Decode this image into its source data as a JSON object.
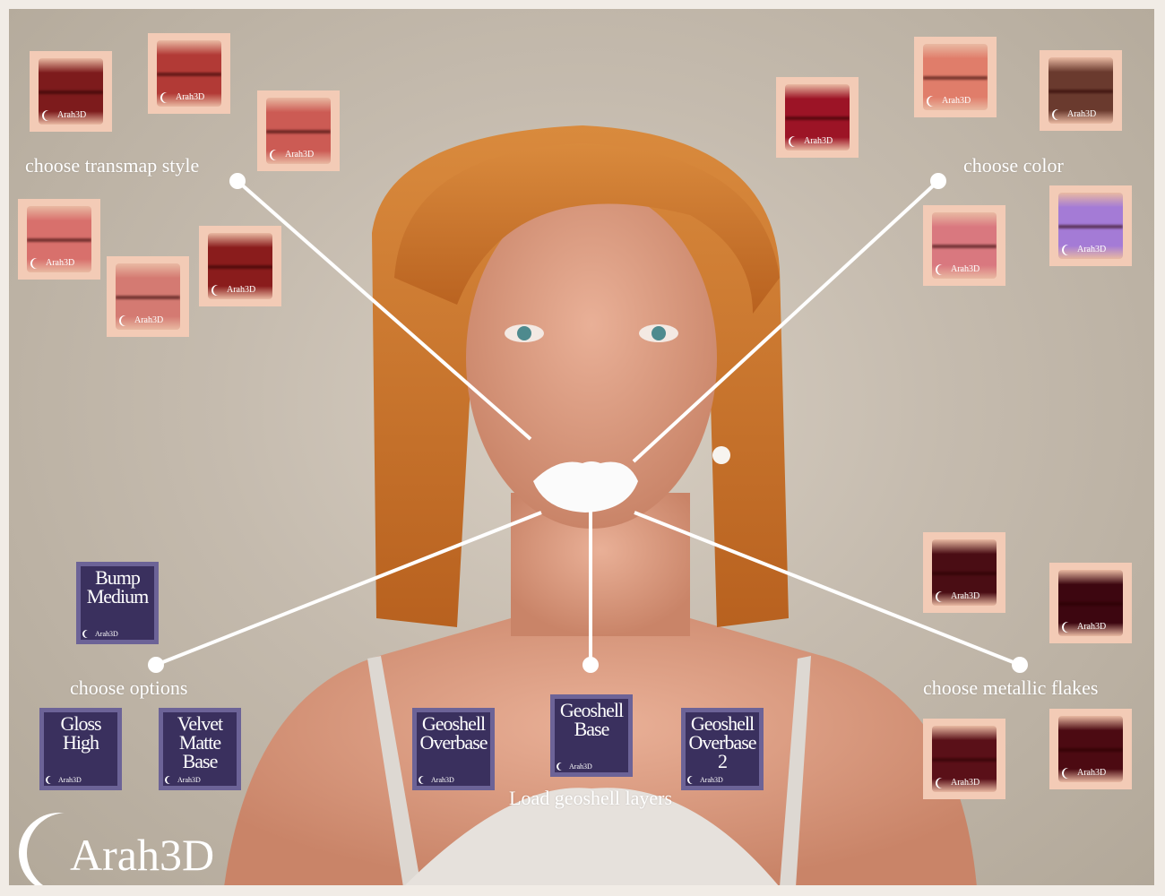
{
  "brand": "Arah3D",
  "sections": {
    "transmap": "choose transmap style",
    "color": "choose color",
    "options": "choose options",
    "geoshell": "Load geoshell layers",
    "flakes": "choose metallic flakes"
  },
  "transmap_swatches": [
    {
      "color": "#7d1b1c",
      "wm": "Arah3D"
    },
    {
      "color": "#b23a36",
      "wm": "Arah3D"
    },
    {
      "color": "#cc5b54",
      "wm": "Arah3D"
    },
    {
      "color": "#d8706c",
      "wm": "Arah3D"
    },
    {
      "color": "#d47a72",
      "wm": "Arah3D"
    },
    {
      "color": "#8a1c1c",
      "wm": "Arah3D"
    }
  ],
  "color_swatches": [
    {
      "color": "#9c1426",
      "wm": "Arah3D"
    },
    {
      "color": "#e07d6a",
      "wm": "Arah3D"
    },
    {
      "color": "#6a3a2e",
      "wm": "Arah3D"
    },
    {
      "color": "#d9787f",
      "wm": "Arah3D"
    },
    {
      "color": "#a47bd6",
      "wm": "Arah3D"
    }
  ],
  "flake_swatches": [
    {
      "color": "#4a0d14",
      "wm": "Arah3D"
    },
    {
      "color": "#3d0610",
      "wm": "Arah3D"
    },
    {
      "color": "#5a1018",
      "wm": "Arah3D"
    },
    {
      "color": "#4c0a12",
      "wm": "Arah3D"
    }
  ],
  "options": [
    {
      "lines": [
        "Bump",
        "Medium"
      ]
    },
    {
      "lines": [
        "Gloss",
        "High"
      ]
    },
    {
      "lines": [
        "Velvet",
        "Matte",
        "Base"
      ]
    }
  ],
  "geoshell": [
    {
      "lines": [
        "Geoshell",
        "Overbase"
      ]
    },
    {
      "lines": [
        "Geoshell",
        "Base"
      ]
    },
    {
      "lines": [
        "Geoshell",
        "Overbase",
        "2"
      ]
    }
  ]
}
